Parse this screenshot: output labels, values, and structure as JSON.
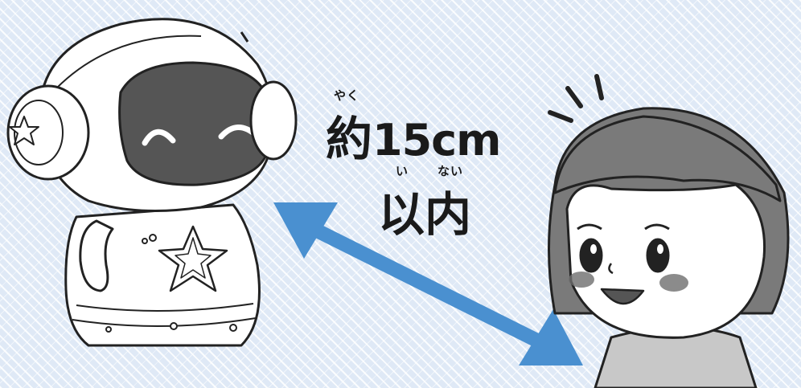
{
  "caption": {
    "distance_ruby": "やく",
    "distance_kanji": "約",
    "distance_value": "15cm",
    "within_ruby_1": "い",
    "within_ruby_2": "ない",
    "within_text": "以内"
  },
  "colors": {
    "background": "#dfe9f6",
    "arrow": "#4a90d0",
    "robot_visor": "#555555",
    "girl_hair": "#7a7a7a",
    "girl_shirt": "#c8c8c8",
    "cheek_blush": "#6e6e6e"
  },
  "illustration": {
    "robot": "robot-character",
    "girl": "girl-character",
    "arrow": "double-headed-arrow"
  }
}
